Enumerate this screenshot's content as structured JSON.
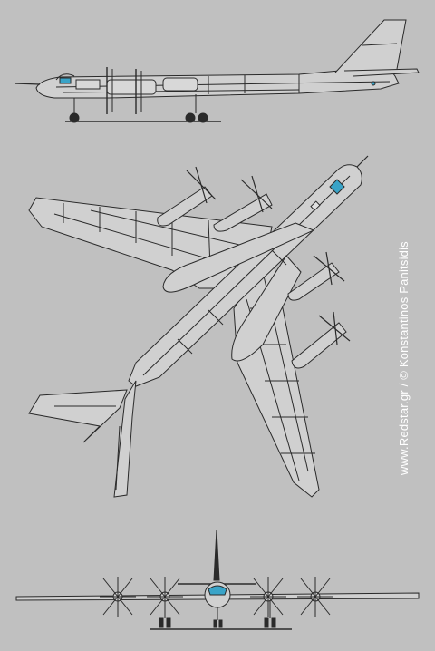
{
  "credit": {
    "text": "www.Redstar.gr  /  ©  Konstantinos Panitsidis"
  },
  "colors": {
    "background": "#c0c0c0",
    "line": "#2a2a2a",
    "highlight": "#3aa4c8",
    "credit_text": "#ffffff"
  },
  "views": [
    "side-view",
    "top-view",
    "front-view"
  ]
}
